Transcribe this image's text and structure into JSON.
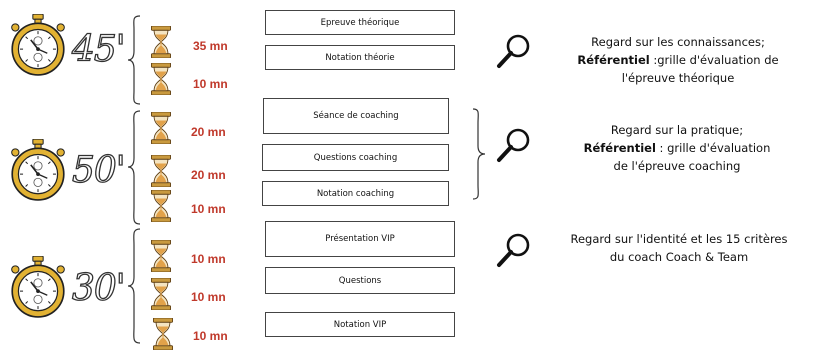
{
  "colors": {
    "duration": "#c0392b",
    "stopwatch_gold": "#e2b233",
    "hourglass_sand": "#e2a24a"
  },
  "blocks": [
    {
      "total": "45'",
      "steps": [
        {
          "duration": "35 mn",
          "label": "Epreuve théorique"
        },
        {
          "duration": "10 mn",
          "label": "Notation théorie"
        }
      ],
      "note": {
        "line1": "Regard sur les connaissances;",
        "bold": "Référentiel",
        "line2_rest": " :grille d'évaluation de",
        "line3": "l'épreuve théorique"
      }
    },
    {
      "total": "50'",
      "steps": [
        {
          "duration": "20 mn",
          "label": "Séance de coaching"
        },
        {
          "duration": "20 mn",
          "label": "Questions coaching"
        },
        {
          "duration": "10 mn",
          "label": "Notation coaching"
        }
      ],
      "note": {
        "line1": "Regard sur la pratique;",
        "bold": "Référentiel",
        "line2_rest": " : grille d'évaluation",
        "line3": "de l'épreuve coaching"
      }
    },
    {
      "total": "30'",
      "steps": [
        {
          "duration": "10 mn",
          "label": "Présentation VIP"
        },
        {
          "duration": "10 mn",
          "label": "Questions"
        },
        {
          "duration": "10 mn",
          "label": "Notation VIP"
        }
      ],
      "note": {
        "line1": "Regard sur l'identité et les 15 critères",
        "line2": "du coach Coach & Team"
      }
    }
  ],
  "icons": [
    "stopwatch-icon",
    "hourglass-icon",
    "magnifier-icon",
    "curly-brace-icon"
  ]
}
